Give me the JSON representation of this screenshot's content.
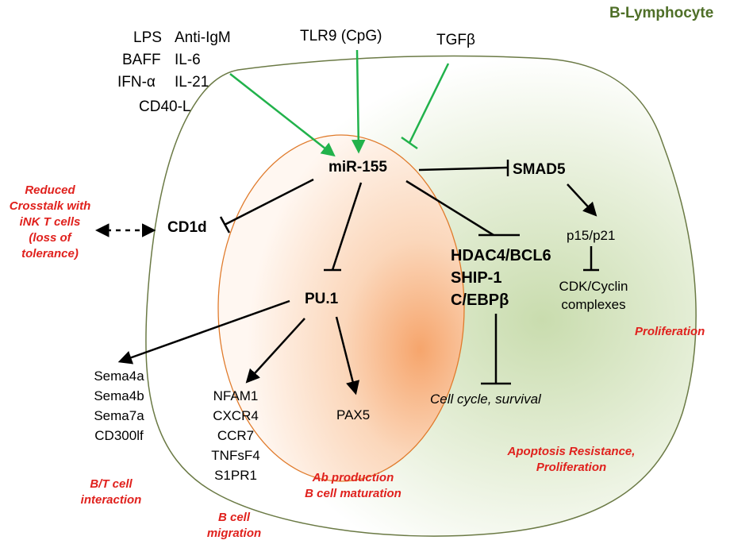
{
  "title": "B-Lymphocyte",
  "stimuli": {
    "row1": [
      "LPS",
      "Anti-IgM"
    ],
    "row2": [
      "BAFF",
      "IL-6"
    ],
    "row3": [
      "IFN-α",
      "IL-21"
    ],
    "row4": "CD40-L",
    "tlr9": "TLR9 (CpG)",
    "tgfb": "TGFβ"
  },
  "nodes": {
    "mir155": "miR-155",
    "smad5": "SMAD5",
    "cd1d": "CD1d",
    "pu1": "PU.1",
    "hdac": [
      "HDAC4/BCL6",
      "SHIP-1",
      "C/EBPβ"
    ],
    "p15": "p15/p21",
    "cdk": [
      "CDK/Cyclin",
      "complexes"
    ],
    "sema": [
      "Sema4a",
      "Sema4b",
      "Sema7a",
      "CD300lf"
    ],
    "nfam": [
      "NFAM1",
      "CXCR4",
      "CCR7",
      "TNFsF4",
      "S1PR1"
    ],
    "pax5": "PAX5",
    "cellcycle": "Cell cycle, survival"
  },
  "outcomes": {
    "crosstalk": [
      "Reduced",
      "Crosstalk with",
      "iNK T cells",
      "(loss of",
      "tolerance)"
    ],
    "proliferation": "Proliferation",
    "apoptosis": [
      "Apoptosis Resistance,",
      "Proliferation"
    ],
    "ab": [
      "Ab production",
      "B cell maturation"
    ],
    "bt": [
      "B/T cell",
      "interaction"
    ],
    "migration": [
      "B cell",
      "migration"
    ]
  },
  "colors": {
    "cell_border": "#6b7a45",
    "nucleus_border": "#e07b2c",
    "green_arrow": "#21b24b",
    "outcome_red": "#e0211d",
    "title_green": "#4f6f28"
  }
}
